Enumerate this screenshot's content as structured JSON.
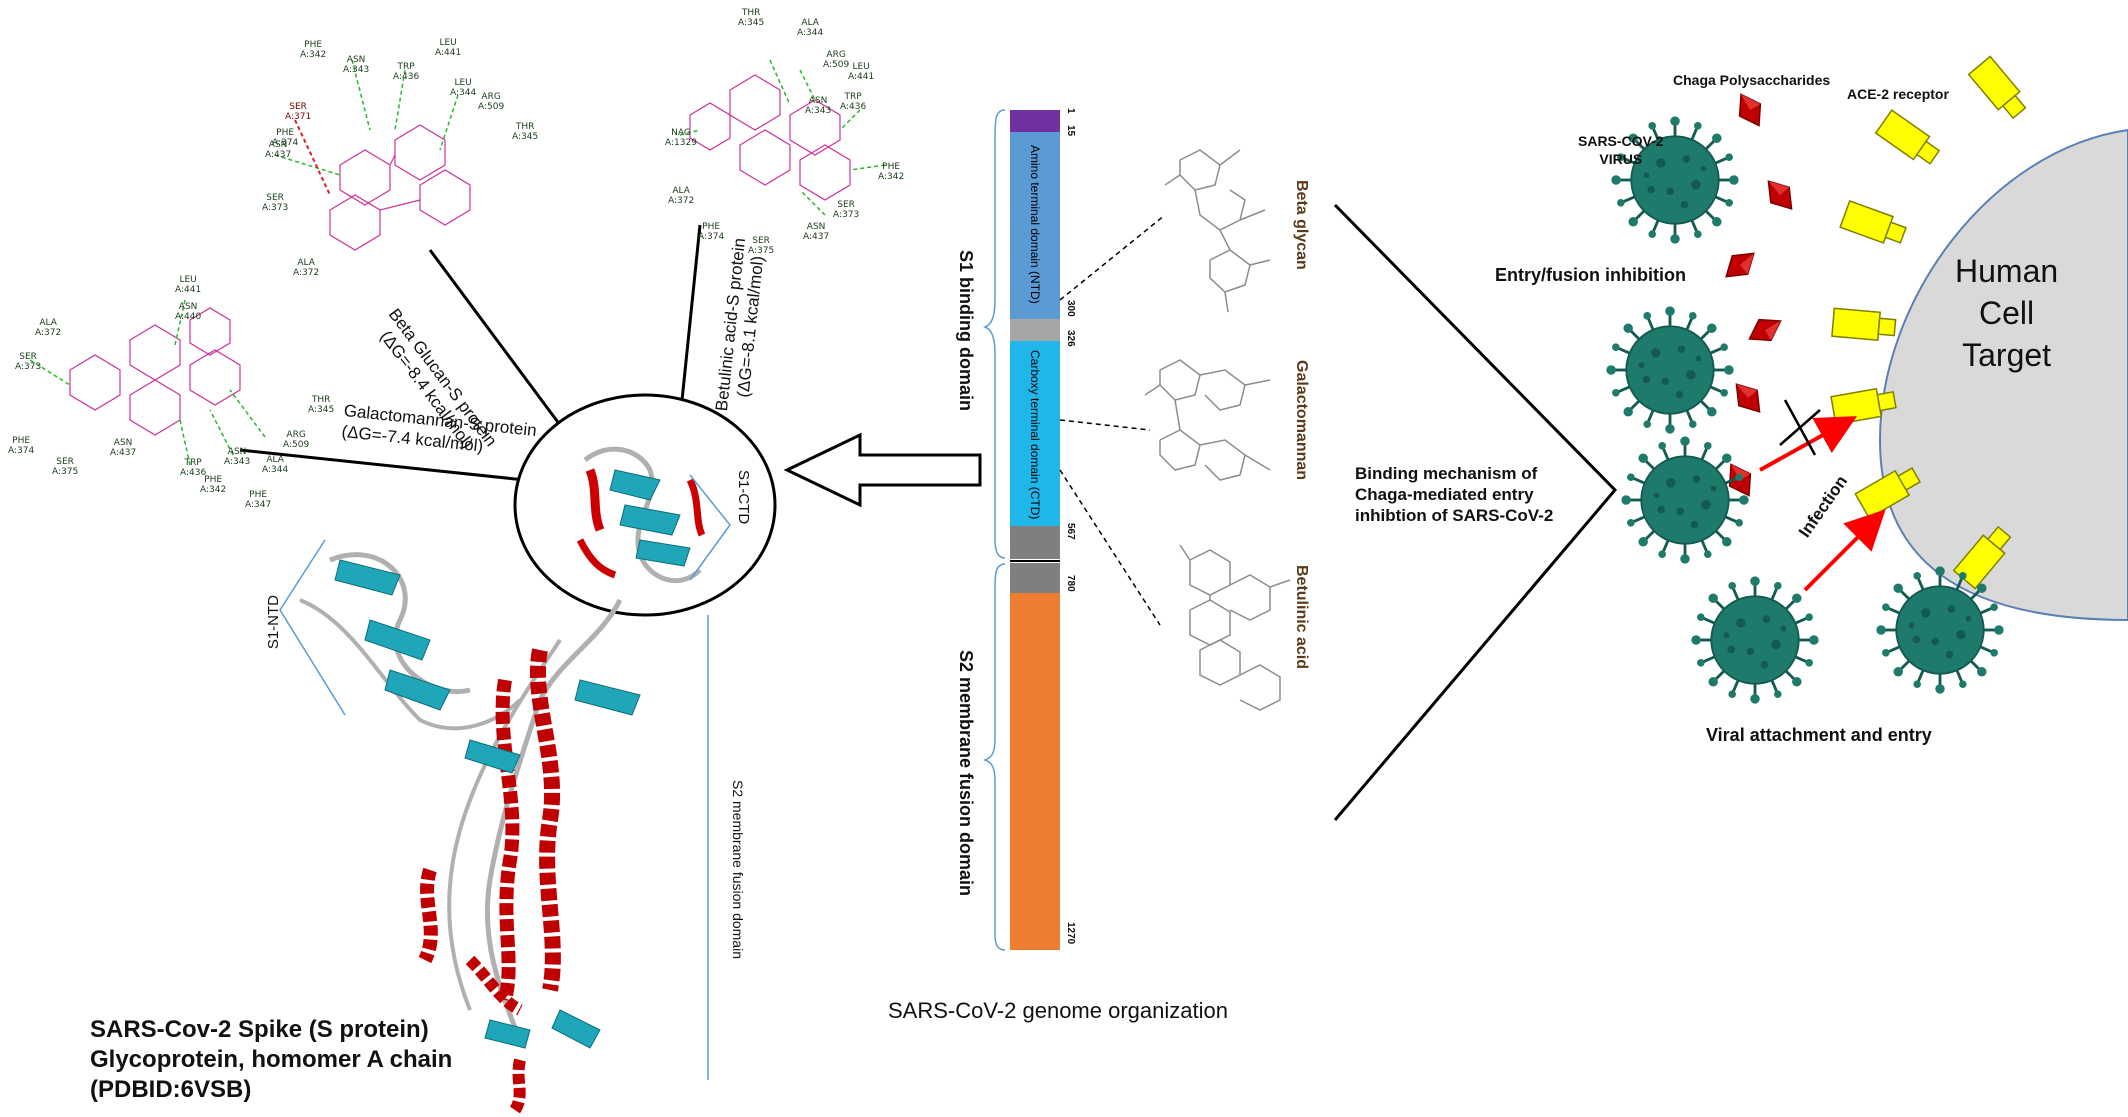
{
  "colors": {
    "ntd": "#5b9bd5",
    "ctd": "#1fb6ea",
    "signal": "#7030a0",
    "linker": "#a6a6a6",
    "s2": "#ed7d31",
    "cleavage": "#7f7f7f",
    "virus": "#1e7b6c",
    "receptor": "#ffff00",
    "cell": "#d9d9d9",
    "polysaccharide": "#c00000",
    "arrow_red": "#ff0000",
    "bracket": "#5b9bd5",
    "residue": "#7fe07f"
  },
  "docking": {
    "beta_glucan": {
      "line1": "Beta Glucan-S protein",
      "line2": "(ΔG=-8.4 kcal/mol)"
    },
    "betulinic": {
      "line1": "Betulinic acid-S protein",
      "line2": "(ΔG=-8.1 kcal/mol)"
    },
    "galactomannan": {
      "line1": "Galactomannan-S protein",
      "line2": "(ΔG=-7.4 kcal/mol)"
    }
  },
  "residues": {
    "beta_glucan": [
      {
        "n": "PHE",
        "id": "A:342"
      },
      {
        "n": "LEU",
        "id": "A:441"
      },
      {
        "n": "ASN",
        "id": "A:343"
      },
      {
        "n": "TRP",
        "id": "A:436"
      },
      {
        "n": "SER",
        "id": "A:371"
      },
      {
        "n": "PHE",
        "id": "A:374"
      },
      {
        "n": "LEU",
        "id": "A:344"
      },
      {
        "n": "ARG",
        "id": "A:509"
      },
      {
        "n": "ASN",
        "id": "A:437"
      },
      {
        "n": "THR",
        "id": "A:345"
      },
      {
        "n": "SER",
        "id": "A:373"
      },
      {
        "n": "ALA",
        "id": "A:372"
      }
    ],
    "betulinic": [
      {
        "n": "THR",
        "id": "A:345"
      },
      {
        "n": "ALA",
        "id": "A:344"
      },
      {
        "n": "ARG",
        "id": "A:509"
      },
      {
        "n": "LEU",
        "id": "A:441"
      },
      {
        "n": "ASN",
        "id": "A:343"
      },
      {
        "n": "TRP",
        "id": "A:436"
      },
      {
        "n": "NAG",
        "id": "A:1329"
      },
      {
        "n": "PHE",
        "id": "A:342"
      },
      {
        "n": "ALA",
        "id": "A:372"
      },
      {
        "n": "SER",
        "id": "A:373"
      },
      {
        "n": "PHE",
        "id": "A:374"
      },
      {
        "n": "SER",
        "id": "A:375"
      },
      {
        "n": "ASN",
        "id": "A:437"
      }
    ],
    "galactomannan": [
      {
        "n": "LEU",
        "id": "A:441"
      },
      {
        "n": "ALA",
        "id": "A:372"
      },
      {
        "n": "ASN",
        "id": "A:440"
      },
      {
        "n": "SER",
        "id": "A:373"
      },
      {
        "n": "THR",
        "id": "A:345"
      },
      {
        "n": "PHE",
        "id": "A:374"
      },
      {
        "n": "ASN",
        "id": "A:437"
      },
      {
        "n": "SER",
        "id": "A:375"
      },
      {
        "n": "TRP",
        "id": "A:436"
      },
      {
        "n": "ASN",
        "id": "A:343"
      },
      {
        "n": "ALA",
        "id": "A:344"
      },
      {
        "n": "ARG",
        "id": "A:509"
      },
      {
        "n": "PHE",
        "id": "A:342"
      },
      {
        "n": "PHE",
        "id": "A:347"
      }
    ]
  },
  "protein": {
    "s1_ctd": "S1-CTD",
    "s1_ntd": "S1-NTD",
    "s2_label": "S2 membrane fusion domain",
    "caption_line1": "SARS-Cov-2 Spike (S protein)",
    "caption_line2": "Glycoprotein, homomer A chain",
    "caption_line3": "(PDBID:6VSB)"
  },
  "genome": {
    "caption": "SARS-CoV-2  genome organization",
    "s1_label": "S1 binding domain",
    "s2_label": "S2 membrane fusion domain",
    "ntd_label": "Amino terminal domain (NTD)",
    "ctd_label": "Carboxy terminal domain (CTD)",
    "positions": [
      "1",
      "15",
      "300",
      "326",
      "567",
      "780",
      "1270"
    ]
  },
  "ligands": {
    "beta_glucan": "Beta glycan",
    "galactomannan": "Galactomannan",
    "betulinic": "Betulinic acid"
  },
  "mechanism": {
    "title_line1": "Binding mechanism of",
    "title_line2": "Chaga-mediated entry",
    "title_line3": "inhibtion of SARS-CoV-2",
    "chaga": "Chaga Polysaccharides",
    "ace2": "ACE-2 receptor",
    "virus_line1": "SARS-COV-2",
    "virus_line2": "VIRUS",
    "entry_fusion": "Entry/fusion inhibition",
    "infection": "Infection",
    "cell_line1": "Human",
    "cell_line2": "Cell",
    "cell_line3": "Target",
    "viral_attachment": "Viral attachment and entry"
  }
}
